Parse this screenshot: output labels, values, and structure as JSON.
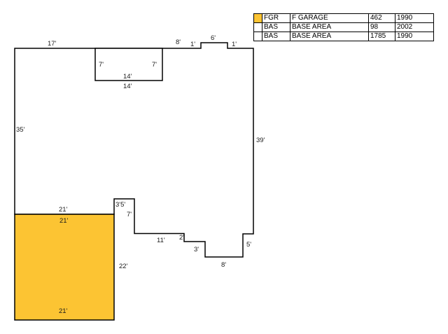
{
  "legend": {
    "rows": [
      {
        "code": "FGR",
        "description": "F GARAGE",
        "area": "462",
        "year": "1990",
        "swatch": "#FCC433"
      },
      {
        "code": "BAS",
        "description": "BASE AREA",
        "area": "98",
        "year": "2002",
        "swatch": "#FFFFFF"
      },
      {
        "code": "BAS",
        "description": "BASE AREA",
        "area": "1785",
        "year": "1990",
        "swatch": "#FFFFFF"
      }
    ]
  },
  "sketch": {
    "colors": {
      "garage_fill": "#FCC433",
      "outline": "#000000",
      "background": "#FFFFFF"
    },
    "labels": {
      "top_17": "17'",
      "top_8": "8'",
      "top_1_left": "1'",
      "top_6": "6'",
      "top_1_right": "1'",
      "notch_7_left": "7'",
      "notch_7_right": "7'",
      "notch_14_inner": "14'",
      "notch_14_outer": "14'",
      "left_35": "35'",
      "right_39": "39'",
      "base_bottom_21": "21'",
      "garage_top_21": "21'",
      "step_3_5": "3'5'",
      "step_7": "7'",
      "bottom_11": "11'",
      "bottom_2": "2'",
      "bottom_3": "3'",
      "bottom_8": "8'",
      "bottom_5": "5'",
      "garage_right_22": "22'",
      "garage_bottom_21": "21'"
    }
  }
}
